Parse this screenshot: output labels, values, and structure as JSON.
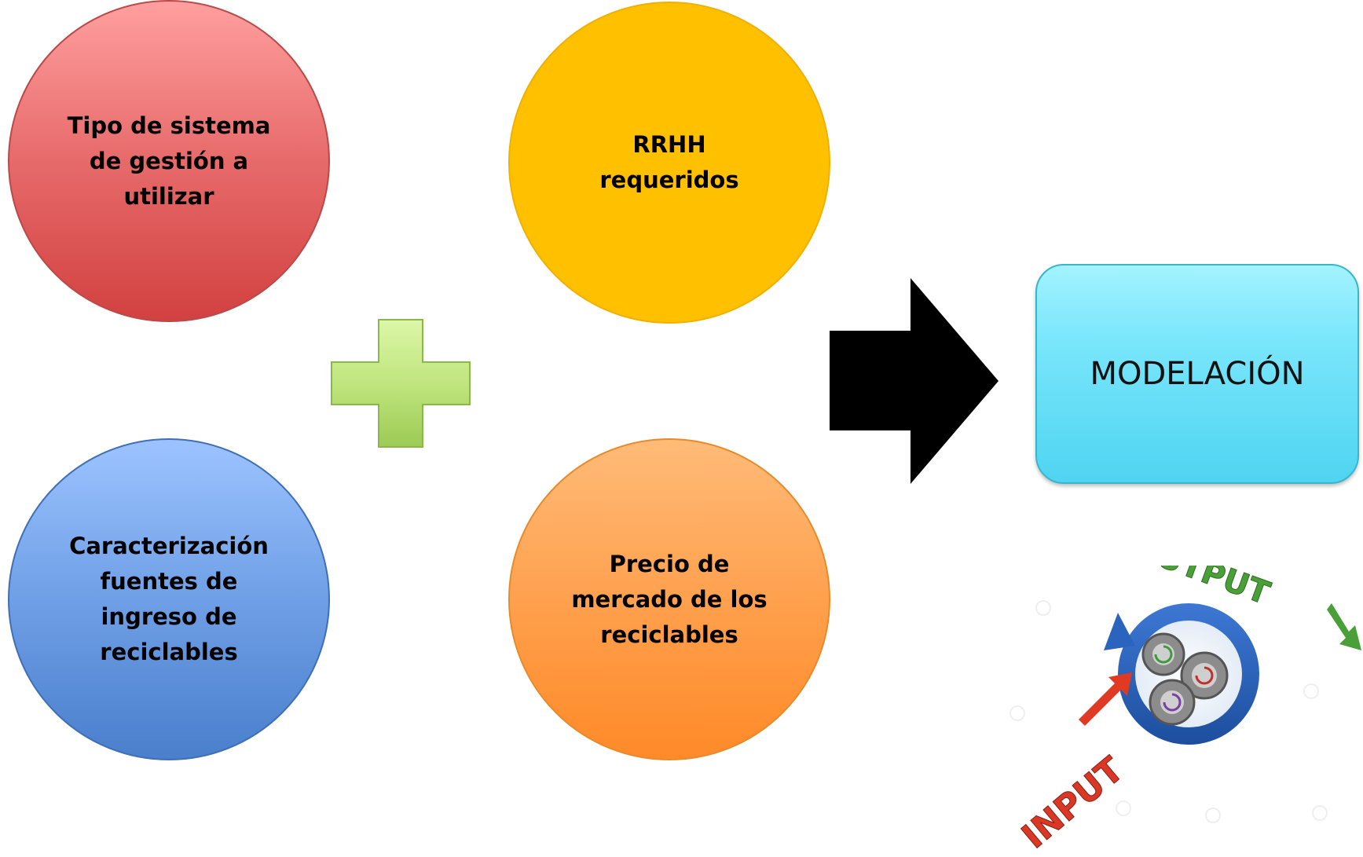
{
  "diagram": {
    "inputs": [
      {
        "id": "tl",
        "lines": [
          "Tipo de sistema",
          "de gestión a",
          "utilizar"
        ],
        "color": "#e76a6a"
      },
      {
        "id": "tr",
        "lines": [
          "RRHH",
          "requeridos"
        ],
        "color": "#ffc000"
      },
      {
        "id": "bl",
        "lines": [
          "Caracterización",
          "fuentes de",
          "ingreso de",
          "reciclables"
        ],
        "color": "#6f9fe6"
      },
      {
        "id": "br",
        "lines": [
          "Precio de",
          "mercado de los",
          "reciclables"
        ],
        "color": "#ff9e4a"
      }
    ],
    "operator_icon": "plus-icon",
    "arrow_icon": "right-arrow-icon",
    "result": {
      "label": "MODELACIÓN",
      "color": "#79e6fb"
    },
    "illustration": {
      "icon": "input-output-gears-icon",
      "input_label": "INPUT",
      "output_label": "OUTPUT"
    }
  }
}
